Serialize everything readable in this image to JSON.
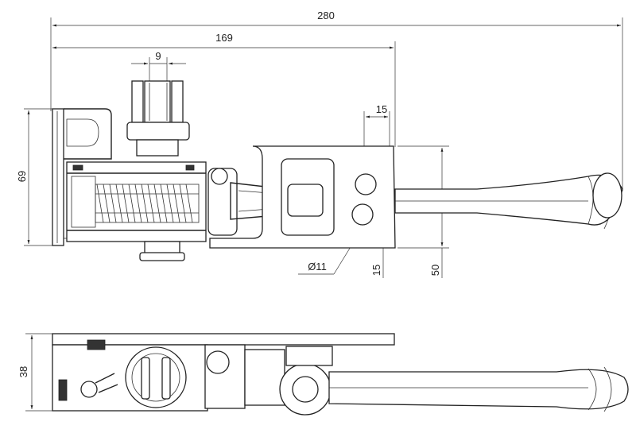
{
  "dimensions": {
    "overall_length": "280",
    "base_to_plate_edge": "169",
    "stud_width": "9",
    "height_front": "69",
    "hole_spacing": "15",
    "hole_diameter": "Ø11",
    "hole_offset": "15",
    "plate_height": "50",
    "height_top": "38"
  },
  "colors": {
    "line": "#222222",
    "background": "#ffffff"
  }
}
